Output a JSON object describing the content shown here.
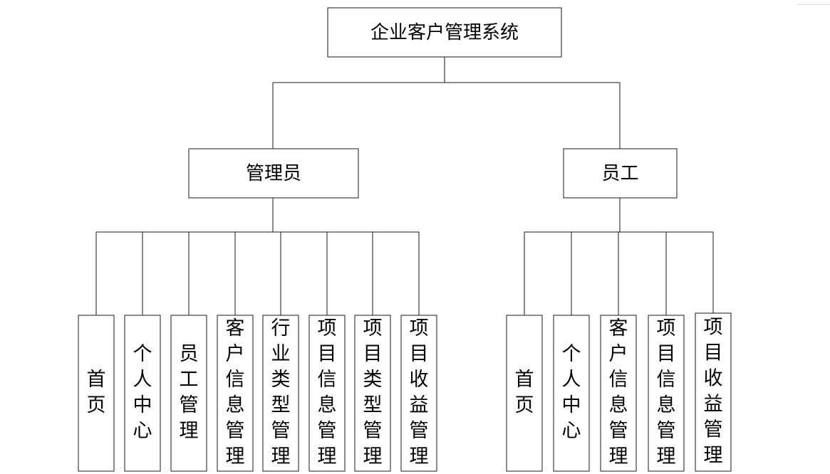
{
  "root": {
    "label": "企业客户管理系统"
  },
  "branches": [
    {
      "label": "管理员",
      "children": [
        "首页",
        "个人中心",
        "员工管理",
        "客户信息管理",
        "行业类型管理",
        "项目信息管理",
        "项目类型管理",
        "项目收益管理"
      ]
    },
    {
      "label": "员工",
      "children": [
        "首页",
        "个人中心",
        "客户信息管理",
        "项目信息管理",
        "项目收益管理"
      ]
    }
  ]
}
